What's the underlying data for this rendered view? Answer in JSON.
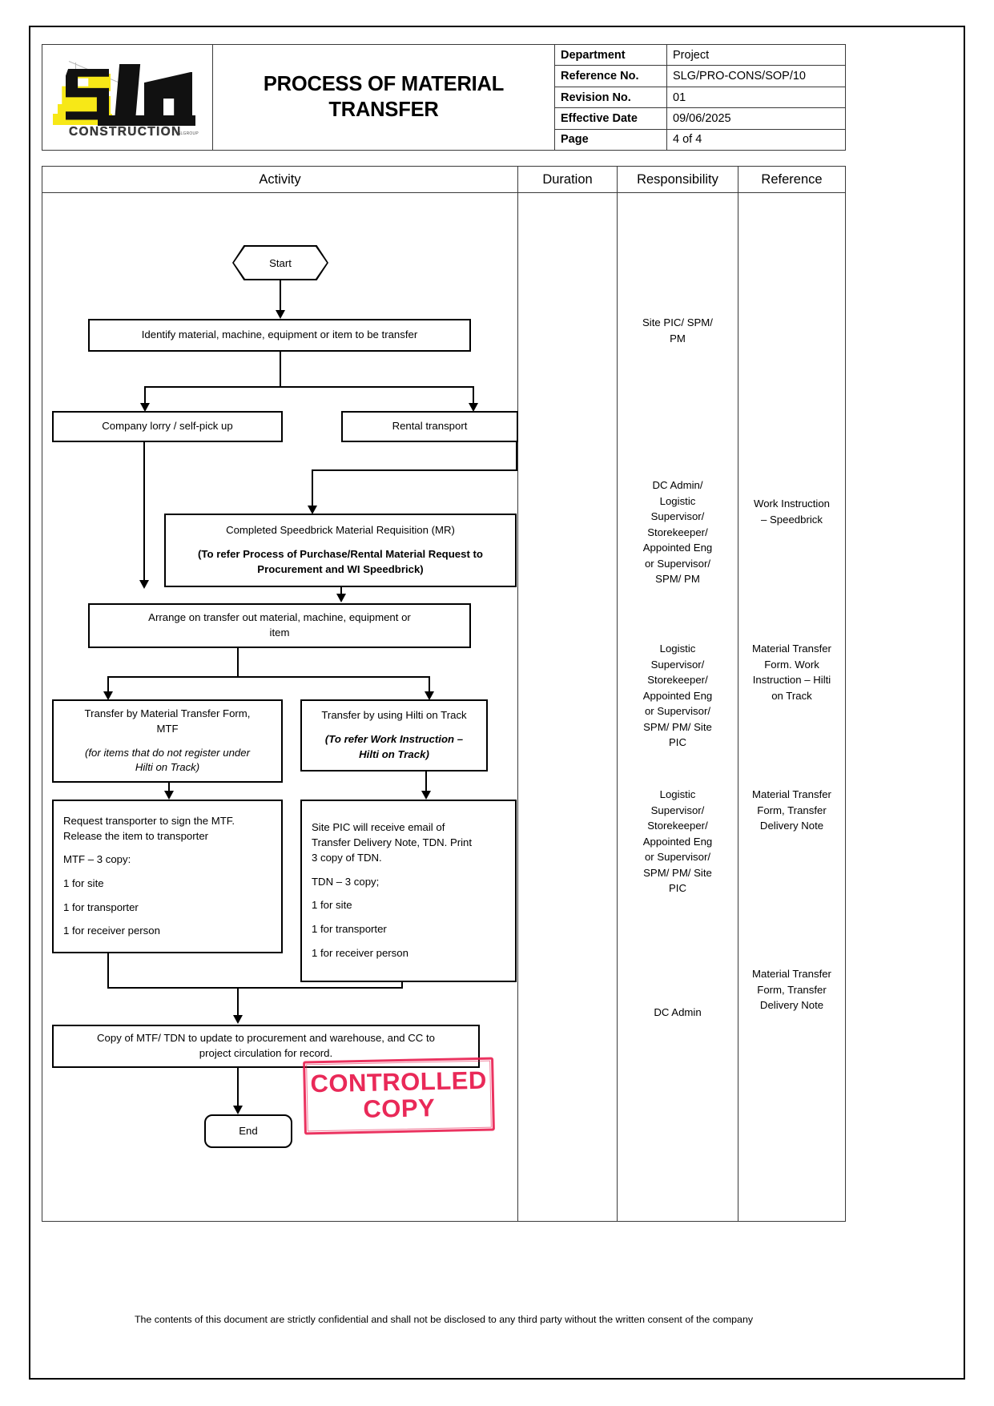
{
  "document": {
    "title": "PROCESS OF MATERIAL TRANSFER",
    "logo": {
      "wordmark": "CONSTRUCTION",
      "trademark": "SLGROUP"
    },
    "meta": [
      {
        "label": "Department",
        "value": "Project"
      },
      {
        "label": "Reference No.",
        "value": "SLG/PRO-CONS/SOP/10"
      },
      {
        "label": "Revision No.",
        "value": "01"
      },
      {
        "label": "Effective Date",
        "value": "09/06/2025"
      },
      {
        "label": "Page",
        "value": "4 of 4"
      }
    ],
    "columns": {
      "activity": "Activity",
      "duration": "Duration",
      "responsibility": "Responsibility",
      "reference": "Reference"
    },
    "footer": "The contents of this document are strictly confidential and shall not be disclosed to any third party without the written consent of the company",
    "stamp": {
      "line1": "CONTROLLED",
      "line2": "COPY",
      "color": "#e8174a"
    }
  },
  "flow": {
    "start": "Start",
    "identify": "Identify material, machine, equipment or item to be transfer",
    "company_lorry": "Company lorry / self-pick up",
    "rental_transport": "Rental transport",
    "mr_title": "Completed Speedbrick Material Requisition (MR)",
    "mr_note_l1": "(To refer Process of Purchase/Rental Material Request to",
    "mr_note_l2": "Procurement and WI Speedbrick)",
    "arrange_l1": "Arrange on transfer out material, machine, equipment or",
    "arrange_l2": "item",
    "mtf_title_l1": "Transfer by Material Transfer Form,",
    "mtf_title_l2": "MTF",
    "mtf_note_l1": "(for items that do not register under",
    "mtf_note_l2": "Hilti on Track)",
    "hilti_title": "Transfer by using Hilti on Track",
    "hilti_note_l1": "(To refer Work Instruction –",
    "hilti_note_l2": "Hilti on Track)",
    "mtf_detail": [
      "Request transporter to sign the MTF.",
      "Release the item to transporter",
      "MTF – 3 copy:",
      "1 for site",
      "1 for transporter",
      "1 for receiver person"
    ],
    "tdn_detail": [
      "Site PIC will receive email of",
      "Transfer Delivery Note, TDN.  Print",
      "3 copy of TDN.",
      "TDN – 3 copy;",
      "1 for site",
      "1 for transporter",
      "1 for receiver person"
    ],
    "copy_l1": "Copy of MTF/ TDN to update to procurement and warehouse, and CC to",
    "copy_l2": "project circulation for record.",
    "end": "End"
  },
  "responsibility": [
    {
      "lines": [
        "Site PIC/ SPM/",
        "PM"
      ]
    },
    {
      "lines": [
        "DC Admin/",
        "Logistic",
        "Supervisor/",
        "Storekeeper/",
        "Appointed Eng",
        "or Supervisor/",
        "SPM/ PM"
      ]
    },
    {
      "lines": [
        "Logistic",
        "Supervisor/",
        "Storekeeper/",
        "Appointed Eng",
        "or Supervisor/",
        "SPM/ PM/ Site",
        "PIC"
      ]
    },
    {
      "lines": [
        "Logistic",
        "Supervisor/",
        "Storekeeper/",
        "Appointed Eng",
        "or Supervisor/",
        "SPM/ PM/ Site",
        "PIC"
      ]
    },
    {
      "lines": [
        "DC Admin"
      ]
    }
  ],
  "reference": [
    {
      "lines": [
        "Work Instruction",
        "– Speedbrick"
      ]
    },
    {
      "lines": [
        "Material Transfer",
        "Form. Work",
        "Instruction – Hilti",
        "on Track"
      ]
    },
    {
      "lines": [
        "Material Transfer",
        "Form, Transfer",
        "Delivery Note"
      ]
    },
    {
      "lines": [
        "Material Transfer",
        "Form, Transfer",
        "Delivery Note"
      ]
    }
  ]
}
